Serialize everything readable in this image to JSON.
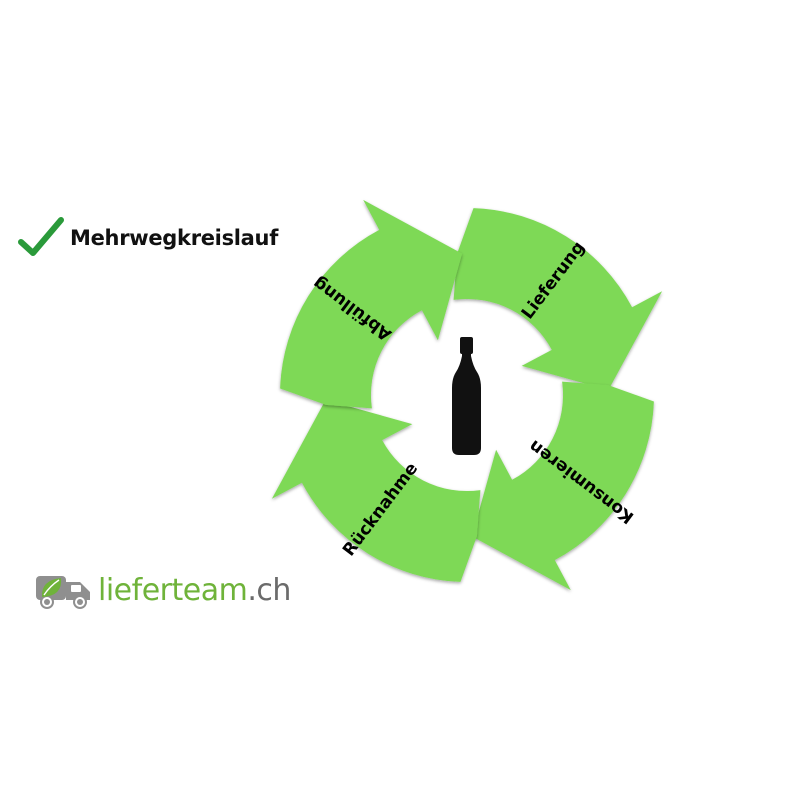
{
  "heading": {
    "text": "Mehrwegkreislauf",
    "icon": "check-icon"
  },
  "cycle": {
    "stages": [
      {
        "id": "lieferung",
        "label": "Lieferung"
      },
      {
        "id": "konsumieren",
        "label": "Konsumieren"
      },
      {
        "id": "rucknahme",
        "label": "Rücknahme"
      },
      {
        "id": "abfullung",
        "label": "Abfüllung"
      }
    ],
    "center_icon": "bottle-icon",
    "color": "#7ed957"
  },
  "logo": {
    "name": "lieferteam",
    "tld": ".ch",
    "icon": "truck-leaf-icon",
    "color": "#6fb33a"
  }
}
